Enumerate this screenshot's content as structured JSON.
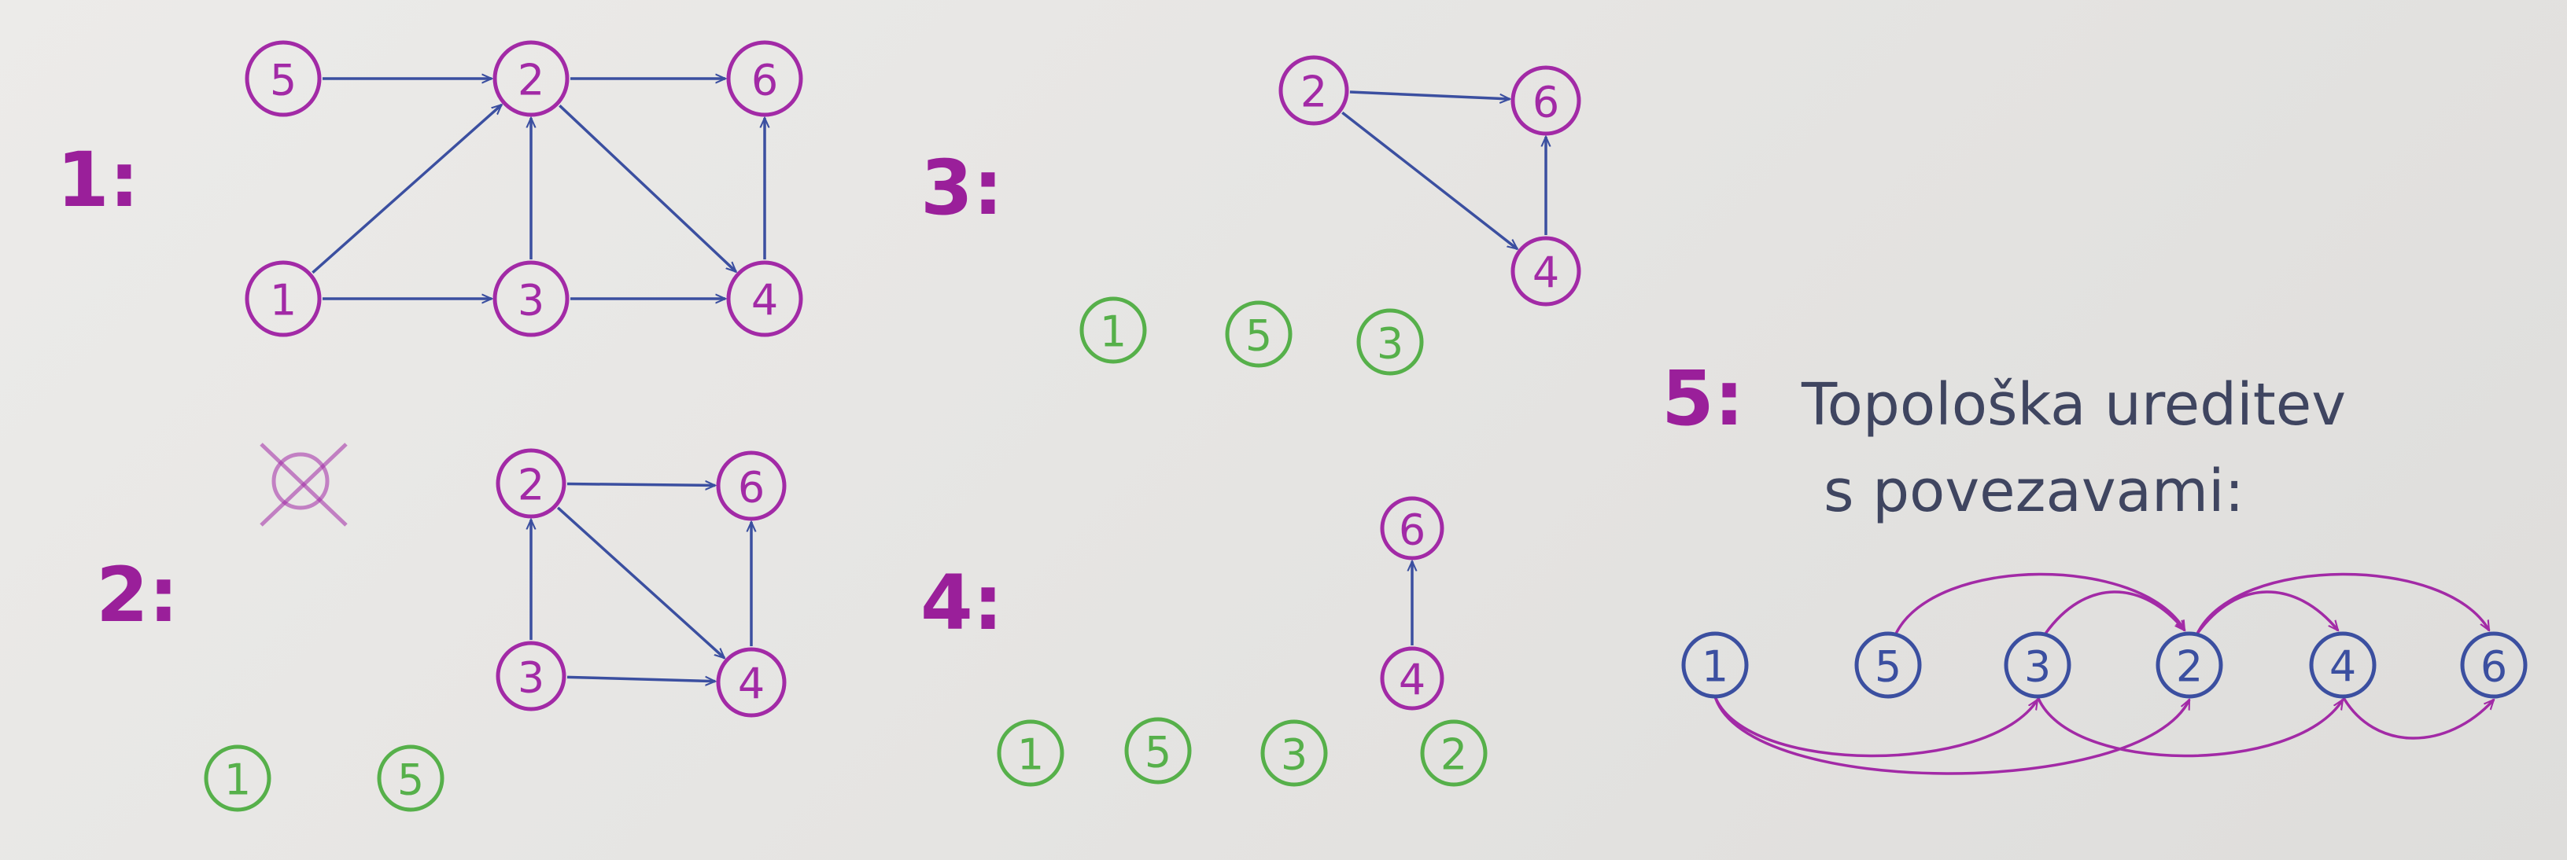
{
  "colors": {
    "magenta": "#a22aa6",
    "blue": "#3b4fa0",
    "green": "#56b04a",
    "label": "#9a1f9a",
    "ink": "#3f4560"
  },
  "caption": {
    "line1": "Topološka ureditev",
    "line2": "s povezavami:"
  },
  "steps": [
    {
      "label": "1:",
      "crossed": [],
      "nodes": [
        {
          "id": "5",
          "color": "magenta"
        },
        {
          "id": "2",
          "color": "magenta"
        },
        {
          "id": "6",
          "color": "magenta"
        },
        {
          "id": "1",
          "color": "magenta"
        },
        {
          "id": "3",
          "color": "magenta"
        },
        {
          "id": "4",
          "color": "magenta"
        }
      ],
      "edges": [
        [
          "5",
          "2"
        ],
        [
          "2",
          "6"
        ],
        [
          "1",
          "2"
        ],
        [
          "1",
          "3"
        ],
        [
          "3",
          "2"
        ],
        [
          "3",
          "4"
        ],
        [
          "2",
          "4"
        ],
        [
          "4",
          "6"
        ]
      ],
      "removed": []
    },
    {
      "label": "2:",
      "crossed": [
        "crossed-node"
      ],
      "nodes": [
        {
          "id": "2",
          "color": "magenta"
        },
        {
          "id": "6",
          "color": "magenta"
        },
        {
          "id": "3",
          "color": "magenta"
        },
        {
          "id": "4",
          "color": "magenta"
        }
      ],
      "edges": [
        [
          "2",
          "6"
        ],
        [
          "3",
          "2"
        ],
        [
          "2",
          "4"
        ],
        [
          "3",
          "4"
        ],
        [
          "4",
          "6"
        ]
      ],
      "removed": [
        "1",
        "5"
      ]
    },
    {
      "label": "3:",
      "crossed": [],
      "nodes": [
        {
          "id": "2",
          "color": "magenta"
        },
        {
          "id": "6",
          "color": "magenta"
        },
        {
          "id": "4",
          "color": "magenta"
        }
      ],
      "edges": [
        [
          "2",
          "6"
        ],
        [
          "2",
          "4"
        ],
        [
          "4",
          "6"
        ]
      ],
      "removed": [
        "1",
        "5",
        "3"
      ]
    },
    {
      "label": "4:",
      "crossed": [],
      "nodes": [
        {
          "id": "6",
          "color": "magenta"
        },
        {
          "id": "4",
          "color": "magenta"
        }
      ],
      "edges": [
        [
          "4",
          "6"
        ]
      ],
      "removed": [
        "1",
        "5",
        "3",
        "2"
      ]
    },
    {
      "label": "5:",
      "crossed": [],
      "order": [
        "1",
        "5",
        "3",
        "2",
        "4",
        "6"
      ],
      "edges": [
        [
          "1",
          "3"
        ],
        [
          "1",
          "2"
        ],
        [
          "5",
          "2"
        ],
        [
          "3",
          "2"
        ],
        [
          "3",
          "4"
        ],
        [
          "2",
          "4"
        ],
        [
          "2",
          "6"
        ],
        [
          "4",
          "6"
        ]
      ]
    }
  ]
}
